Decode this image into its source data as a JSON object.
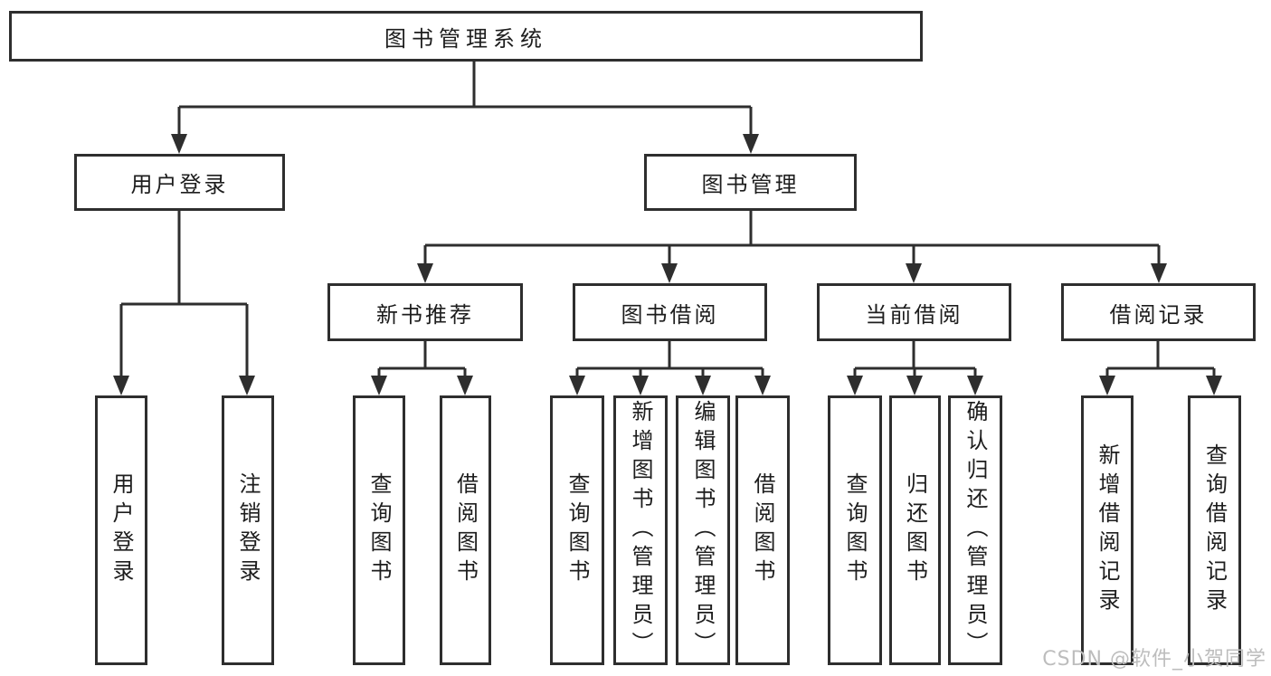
{
  "tree": {
    "root": {
      "label": "图书管理系统"
    },
    "branches": [
      {
        "label": "用户登录",
        "children": [
          {
            "label": "用户登录"
          },
          {
            "label": "注销登录"
          }
        ]
      },
      {
        "label": "图书管理",
        "children": [
          {
            "label": "新书推荐",
            "children": [
              {
                "label": "查询图书"
              },
              {
                "label": "借阅图书"
              }
            ]
          },
          {
            "label": "图书借阅",
            "children": [
              {
                "label": "查询图书"
              },
              {
                "label": "新增图书（管理员）"
              },
              {
                "label": "编辑图书（管理员）"
              },
              {
                "label": "借阅图书"
              }
            ]
          },
          {
            "label": "当前借阅",
            "children": [
              {
                "label": "查询图书"
              },
              {
                "label": "归还图书"
              },
              {
                "label": "确认归还（管理员）"
              }
            ]
          },
          {
            "label": "借阅记录",
            "children": [
              {
                "label": "新增借阅记录"
              },
              {
                "label": "查询借阅记录"
              }
            ]
          }
        ]
      }
    ]
  },
  "watermark": {
    "text": "CSDN @软件_小贺同学"
  },
  "colors": {
    "line": "#2e2e2e",
    "text": "#1d1d1d",
    "watermark": "#bdbdbd",
    "background": "#ffffff"
  }
}
